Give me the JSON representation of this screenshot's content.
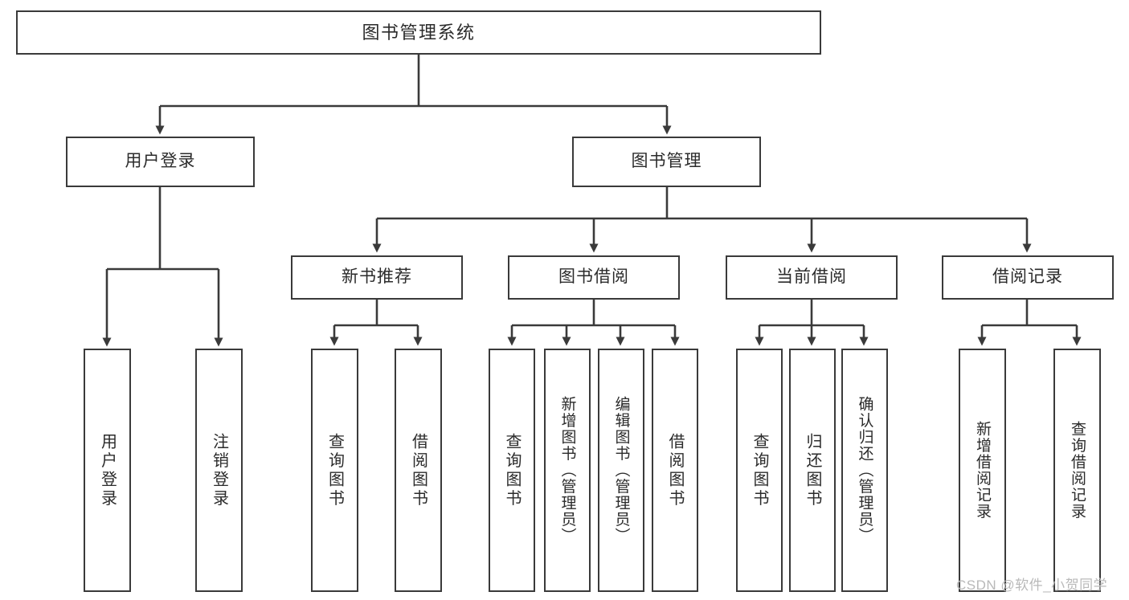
{
  "diagram": {
    "title": "图书管理系统",
    "type": "hierarchy-tree",
    "root": {
      "label": "图书管理系统"
    },
    "level1": [
      {
        "label": "用户登录"
      },
      {
        "label": "图书管理"
      }
    ],
    "level2": [
      {
        "label": "新书推荐"
      },
      {
        "label": "图书借阅"
      },
      {
        "label": "当前借阅"
      },
      {
        "label": "借阅记录"
      }
    ],
    "leaves": [
      {
        "label": "用户登录"
      },
      {
        "label": "注销登录"
      },
      {
        "label": "查询图书"
      },
      {
        "label": "借阅图书"
      },
      {
        "label": "查询图书"
      },
      {
        "label": "新增图书（管理员）"
      },
      {
        "label": "编辑图书（管理员）"
      },
      {
        "label": "借阅图书"
      },
      {
        "label": "查询图书"
      },
      {
        "label": "归还图书"
      },
      {
        "label": "确认归还（管理员）"
      },
      {
        "label": "新增借阅记录"
      },
      {
        "label": "查询借阅记录"
      }
    ]
  },
  "watermark": {
    "text": "CSDN @软件_小贺同学"
  },
  "colors": {
    "border": "#3a3a3a",
    "text": "#2b2b2b",
    "background": "#ffffff",
    "watermark": "#b9b9b9"
  }
}
